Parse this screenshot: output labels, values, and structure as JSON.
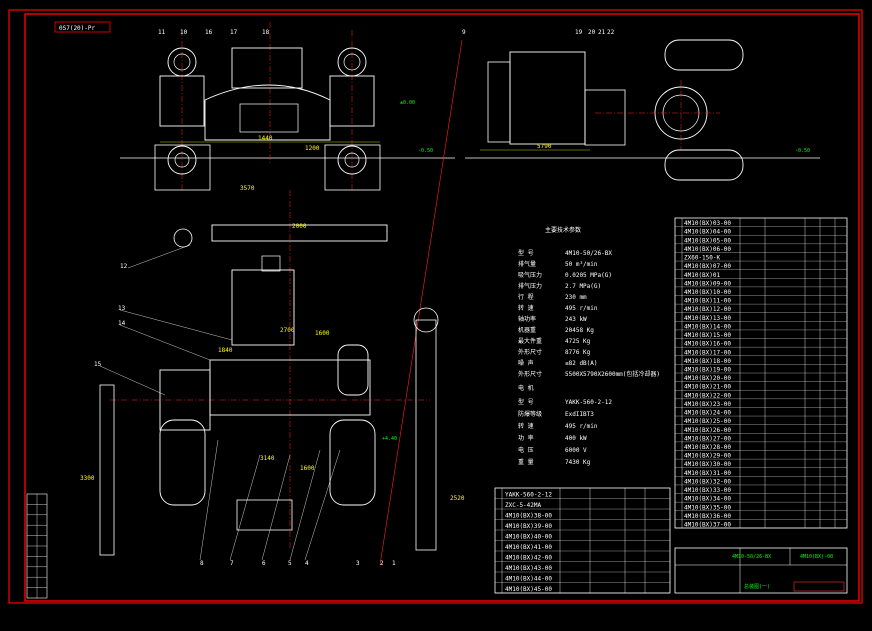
{
  "colors": {
    "background": "#000000",
    "border": "#ff0000",
    "outline": "#00ffff",
    "centerline": "#ff2020",
    "text": "#ffffff",
    "dimension": "#ffff00",
    "leader": "#00ff00",
    "accent": "#ff00ff"
  },
  "title_stamp": "0S7(20)-Pr",
  "drawing_number": "4M10-50/26-BX",
  "drawing_code": "4M10(BX)-00",
  "sheet_title": "总装图(一)",
  "params_heading": "主要技术参数",
  "compressor_params": [
    {
      "label": "型 号",
      "value": "4M10-50/26-BX"
    },
    {
      "label": "排气量",
      "value": "50 m³/min"
    },
    {
      "label": "吸气压力",
      "value": "0.0205 MPa(G)"
    },
    {
      "label": "排气压力",
      "value": "2.7 MPa(G)"
    },
    {
      "label": "行 程",
      "value": "230 mm"
    },
    {
      "label": "转 速",
      "value": "495 r/min"
    },
    {
      "label": "轴功率",
      "value": "243 kW"
    },
    {
      "label": "机器重",
      "value": "20458 Kg"
    },
    {
      "label": "最大件重",
      "value": "4725 Kg"
    },
    {
      "label": "外形尺寸",
      "value": "8776 Kg"
    },
    {
      "label": "噪 声",
      "value": "≤82 dB(A)"
    },
    {
      "label": "外形尺寸",
      "value": "5500X5790X2600mm(包括冷却器)"
    }
  ],
  "motor_heading": "电 机",
  "motor_params": [
    {
      "label": "型 号",
      "value": "YAKK-560-2-12"
    },
    {
      "label": "防爆等级",
      "value": "ExdIIBT3"
    },
    {
      "label": "转 速",
      "value": "495 r/min"
    },
    {
      "label": "功 率",
      "value": "400 kW"
    },
    {
      "label": "电 压",
      "value": "6000 V"
    },
    {
      "label": "重 量",
      "value": "7430 Kg"
    }
  ],
  "parts_right": [
    "4M10(BX)03-00",
    "4M10(BX)04-00",
    "4M10(BX)05-00",
    "4M10(BX)06-00",
    "ZX60-150-K",
    "4M10(BX)07-00",
    "4M10(BX)01",
    "4M10(BX)09-00",
    "4M10(BX)10-00",
    "4M10(BX)11-00",
    "4M10(BX)12-00",
    "4M10(BX)13-00",
    "4M10(BX)14-00",
    "4M10(BX)15-00",
    "4M10(BX)16-00",
    "4M10(BX)17-00",
    "4M10(BX)18-00",
    "4M10(BX)19-00",
    "4M10(BX)20-00",
    "4M10(BX)21-00",
    "4M10(BX)22-00",
    "4M10(BX)23-00",
    "4M10(BX)24-00",
    "4M10(BX)25-00",
    "4M10(BX)26-00",
    "4M10(BX)27-00",
    "4M10(BX)28-00",
    "4M10(BX)29-00",
    "4M10(BX)30-00",
    "4M10(BX)31-00",
    "4M10(BX)32-00",
    "4M10(BX)33-00",
    "4M10(BX)34-00",
    "4M10(BX)35-00",
    "4M10(BX)36-00",
    "4M10(BX)37-00"
  ],
  "parts_bottom": [
    "YAKK-560-2-12",
    "ZXC-5-42MA",
    "4M10(BX)38-00",
    "4M10(BX)39-00",
    "4M10(BX)40-00",
    "4M10(BX)41-00",
    "4M10(BX)42-00",
    "4M10(BX)43-00",
    "4M10(BX)44-00",
    "4M10(BX)45-00"
  ],
  "dimensions": {
    "d1": "1440",
    "d2": "5790",
    "d3": "2700",
    "d4": "1600",
    "d5": "2000",
    "d6": "3300",
    "d7": "2520",
    "d8": "1200",
    "d9": "3140",
    "d10": "1600",
    "d11": "1840",
    "d12": "3570"
  },
  "elevations": [
    "±0.00",
    "-0.50",
    "+4.40"
  ],
  "callouts": [
    "1",
    "2",
    "3",
    "4",
    "5",
    "6",
    "7",
    "8",
    "9",
    "10",
    "11",
    "12",
    "13",
    "14",
    "15",
    "16",
    "17",
    "18",
    "19",
    "20",
    "21",
    "22"
  ]
}
